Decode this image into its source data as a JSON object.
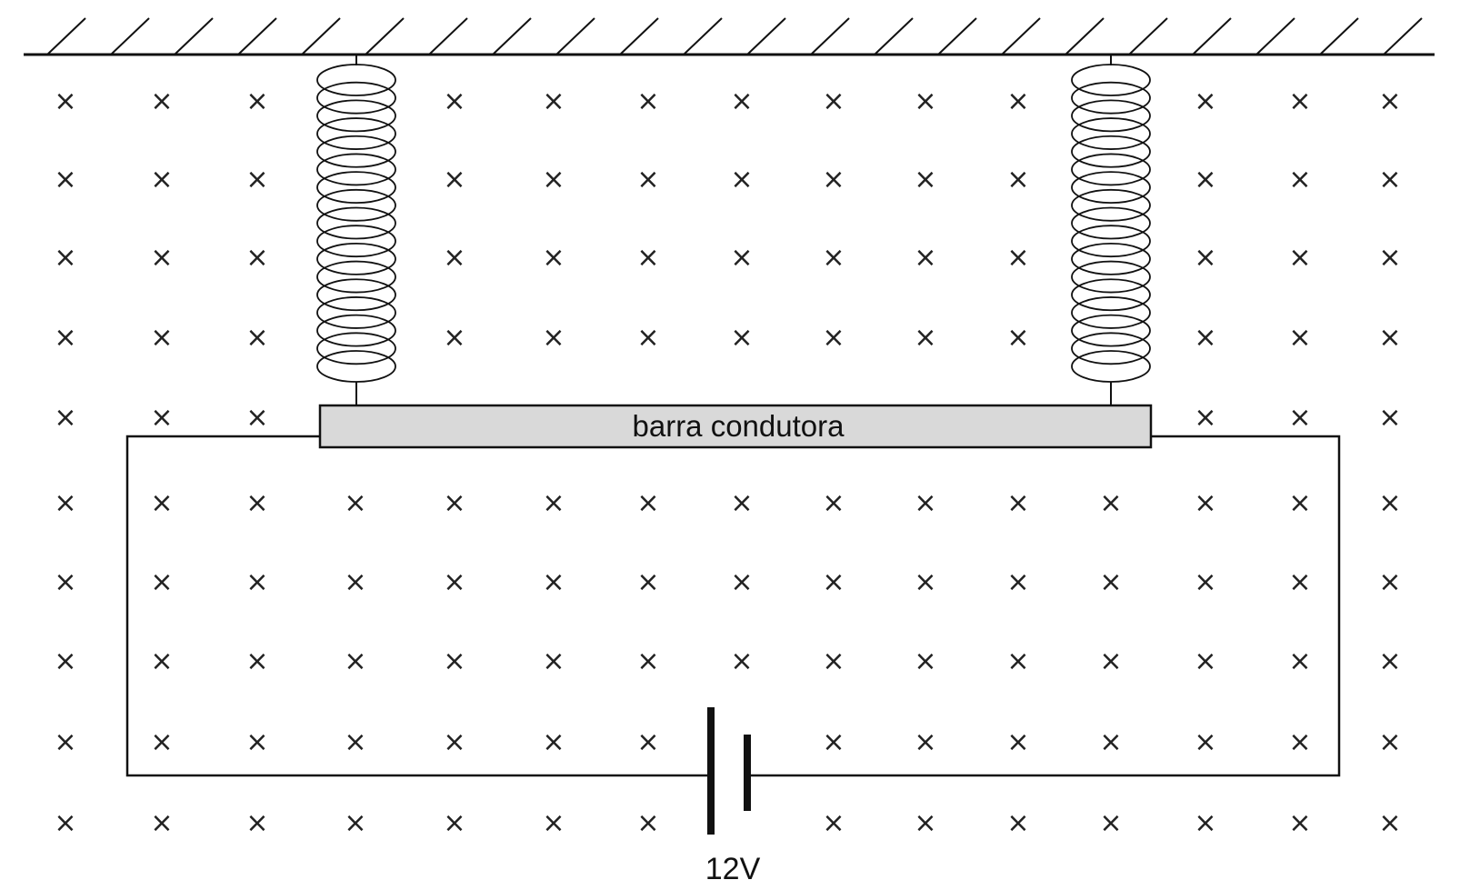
{
  "diagram": {
    "bar_label": "barra condutora",
    "battery_label": "12V",
    "field_symbol": "×",
    "field_direction": "into-page",
    "elements": [
      "ceiling",
      "spring-left",
      "spring-right",
      "conducting-bar",
      "circuit-wire",
      "battery"
    ],
    "colors": {
      "line": "#111111",
      "bar_fill": "#d9d9d9",
      "background": "#ffffff"
    }
  }
}
